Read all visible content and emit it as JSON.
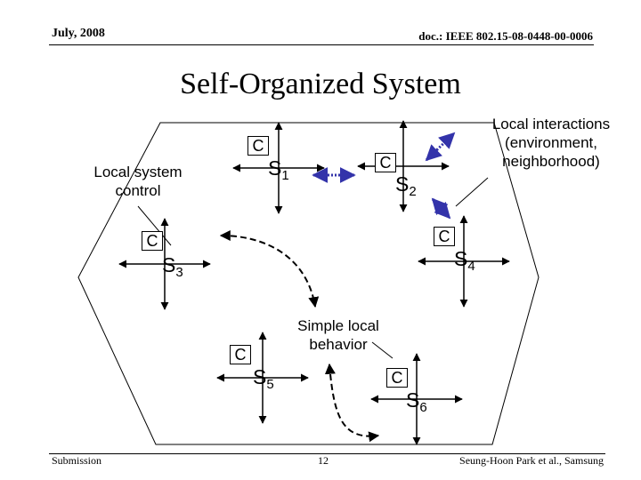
{
  "header": {
    "date": "July, 2008",
    "doc": "doc.: IEEE 802.15-08-0448-00-0006"
  },
  "title": "Self-Organized System",
  "labels": {
    "local_control_line1": "Local system",
    "local_control_line2": "control",
    "local_interactions_line1": "Local interactions",
    "local_interactions_line2": "(environment,",
    "local_interactions_line3": "neighborhood)",
    "simple_behavior_line1": "Simple local",
    "simple_behavior_line2": "behavior"
  },
  "nodes": [
    {
      "letter": "S",
      "index": "1",
      "controller": "C"
    },
    {
      "letter": "S",
      "index": "2",
      "controller": "C"
    },
    {
      "letter": "S",
      "index": "3",
      "controller": "C"
    },
    {
      "letter": "S",
      "index": "4",
      "controller": "C"
    },
    {
      "letter": "S",
      "index": "5",
      "controller": "C"
    },
    {
      "letter": "S",
      "index": "6",
      "controller": "C"
    }
  ],
  "colors": {
    "interaction_arrow": "#3333aa",
    "outline": "#000000"
  },
  "footer": {
    "left": "Submission",
    "page": "12",
    "right": "Seung-Hoon Park et al., Samsung"
  }
}
